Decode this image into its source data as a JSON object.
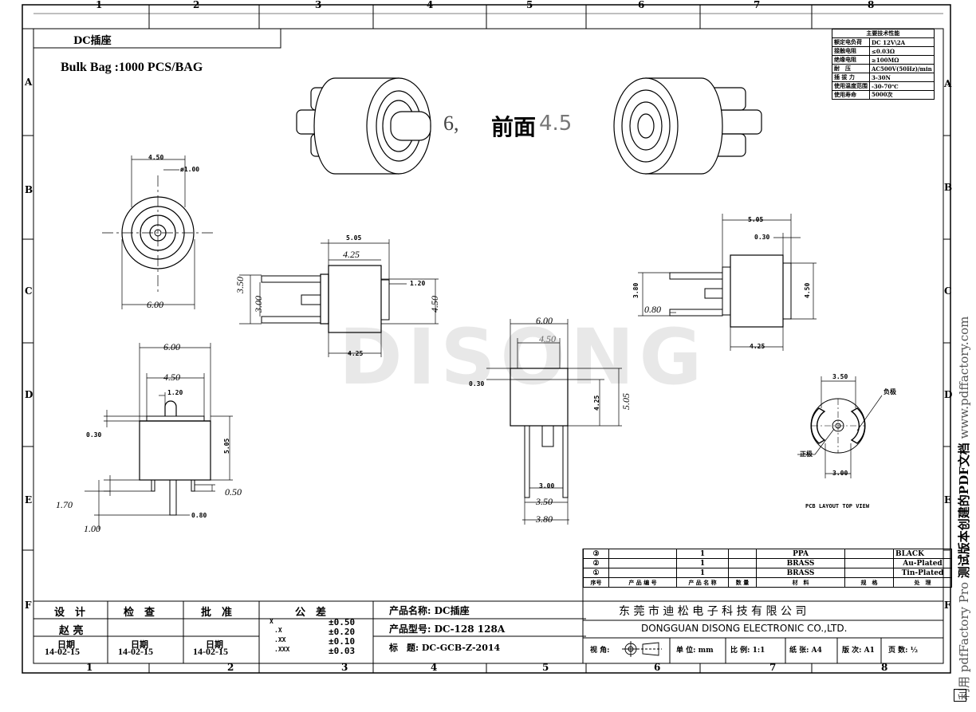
{
  "header": {
    "part_label": "DC插座",
    "packing": "Bulk Bag :1000 PCS/BAG",
    "view_caption_num": "6,",
    "view_caption_front": "前面",
    "view_caption_dim": "4.5",
    "watermark": "DISONG"
  },
  "grid": {
    "cols": [
      "1",
      "2",
      "3",
      "4",
      "5",
      "6",
      "7",
      "8"
    ],
    "rows": [
      "A",
      "B",
      "C",
      "D",
      "E",
      "F"
    ]
  },
  "spec_table": {
    "title": "主要技术性能",
    "rows": [
      {
        "k": "额定电负荷",
        "v": "DC 12V\\2A"
      },
      {
        "k": "接触电阻",
        "v": "≤0.03Ω"
      },
      {
        "k": "绝缘电阻",
        "v": "≥100MΩ"
      },
      {
        "k": "耐　压",
        "v": "AC500V(50Hz)/min"
      },
      {
        "k": "插 拔 力",
        "v": "3-30N"
      },
      {
        "k": "使用温度范围",
        "v": "-30-70℃"
      },
      {
        "k": "使用寿命",
        "v": "5000次"
      }
    ]
  },
  "dims": {
    "d450": "4.50",
    "d100": "ø1.00",
    "d600": "6.00",
    "c505": "5.05",
    "c425": "4.25",
    "c350": "3.50",
    "c300": "3.00",
    "c120": "1.20",
    "c450": "4.50",
    "c425b": "4.25",
    "r505": "5.05",
    "r030": "0.30",
    "r380": "3.80",
    "r080": "0.80",
    "r450": "4.50",
    "r425": "4.25",
    "m600": "6.00",
    "m450": "4.50",
    "m030": "0.30",
    "m425": "4.25",
    "m505": "5.05",
    "m300": "3.00",
    "m350": "3.50",
    "m380": "3.80",
    "l600": "6.00",
    "l450": "4.50",
    "l120": "1.20",
    "l030": "0.30",
    "l505": "5.05",
    "l170": "1.70",
    "l050": "0.50",
    "l080": "0.80",
    "l100": "1.00",
    "p350": "3.50",
    "p300": "3.00",
    "neg": "负极",
    "pos": "正极",
    "pcb": "PCB LAYOUT TOP VIEW"
  },
  "bom": {
    "rows": [
      {
        "no": "③",
        "qty": "1",
        "mat": "PPA",
        "finish": "BLACK"
      },
      {
        "no": "②",
        "qty": "1",
        "mat": "BRASS",
        "finish": "Au-Plated"
      },
      {
        "no": "①",
        "qty": "1",
        "mat": "BRASS",
        "finish": "Tin-Plated"
      }
    ],
    "head": {
      "no": "序号",
      "code": "产 品 编 号",
      "name": "产 品 名 称",
      "qty": "数 量",
      "mat": "材　料",
      "spec": "规　格",
      "proc": "处　理"
    }
  },
  "title_block": {
    "design": "设　计",
    "check": "检　查",
    "approve": "批　准",
    "tol": "公　差",
    "designer": "赵 亮",
    "date_label": "日期",
    "date_val": "14-02-15",
    "tol_rows": [
      {
        "k": "X",
        "v": "±0.50"
      },
      {
        "k": ".X",
        "v": "±0.20"
      },
      {
        "k": ".XX",
        "v": "±0.10"
      },
      {
        "k": ".XXX",
        "v": "±0.03"
      }
    ],
    "product_name": "产品名称: DC插座",
    "product_model": "产品型号: DC-128 128A",
    "title_no": "标　题: DC-GCB-Z-2014",
    "company_cn": "东 莞 市 迪 松 电 子 科 技 有 限 公 司",
    "company_en": "DONGGUAN DISONG ELECTRONIC CO.,LTD.",
    "view": "视 角:",
    "unit": "单 位: mm",
    "scale": "比 例: 1:1",
    "paper": "纸 张: A4",
    "rev": "版 次: A1",
    "page": "页 数: ½"
  },
  "side_text": {
    "a": "利用 pdfFactory Pro ",
    "b": "测试版本创建的PDF文档",
    "c": " www.pdffactory.com"
  }
}
